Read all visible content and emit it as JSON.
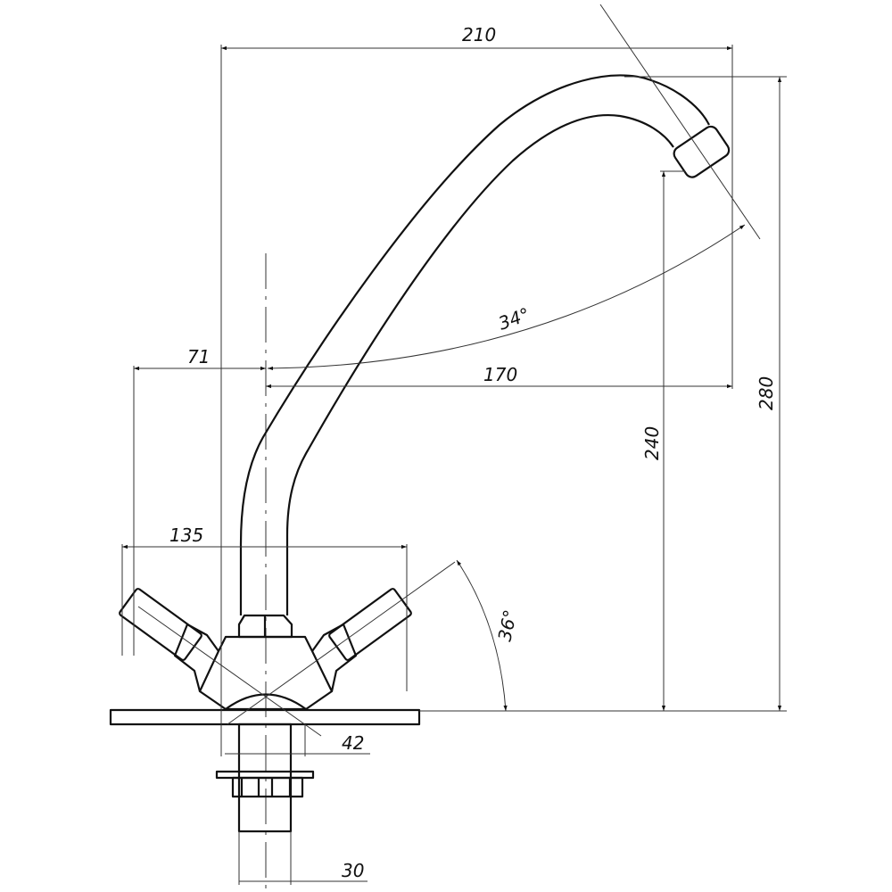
{
  "drawing": {
    "dimensions": {
      "overall_width": "210",
      "overall_height": "280",
      "spout_outlet_height": "240",
      "spout_reach": "170",
      "body_offset": "71",
      "handles_span": "135",
      "spout_angle": "34°",
      "handle_angle": "36°",
      "body_base_diameter": "42",
      "shank_diameter": "30"
    }
  }
}
